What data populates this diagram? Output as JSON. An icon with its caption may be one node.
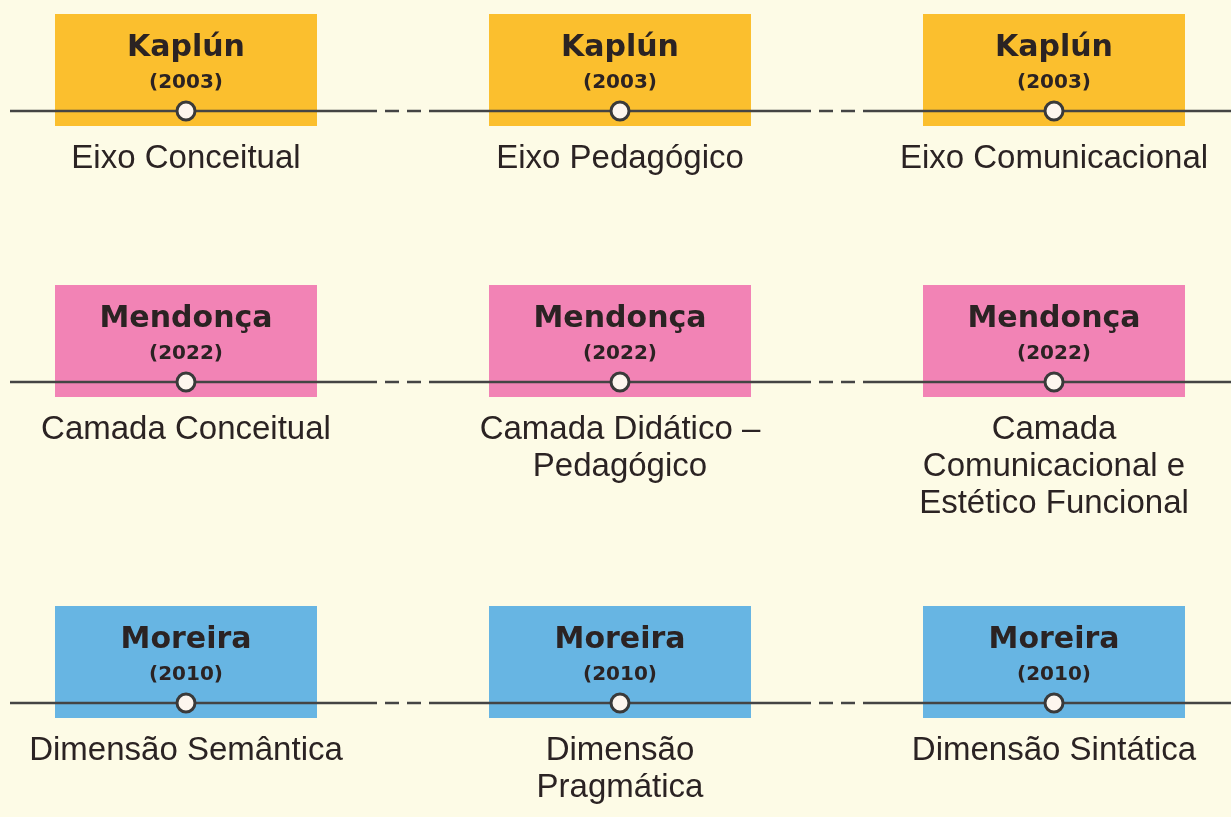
{
  "diagram": {
    "nodes": [
      {
        "text": [
          "Kaplún",
          "(2003)"
        ],
        "beside": [
          "Eixo Conceitual"
        ]
      },
      {
        "text": [
          "Kaplún",
          "(2003)"
        ],
        "beside": [
          "Eixo Pedagógico"
        ]
      },
      {
        "text": [
          "Kaplún",
          "(2003)"
        ],
        "beside": [
          "Eixo Comunicacional"
        ]
      },
      {
        "text": [
          "Mendonça",
          "(2022)"
        ],
        "beside": [
          "Camada Conceitual"
        ]
      },
      {
        "text": [
          "Mendonça",
          "(2022)"
        ],
        "beside": [
          "Camada Didático – Pedagógico"
        ]
      },
      {
        "text": [
          "Mendonça",
          "(2022)"
        ],
        "beside": [
          "Camada Comunicacional e Estético Funcional"
        ]
      },
      {
        "text": [
          "Moreira",
          "(2010)"
        ],
        "beside": [
          "Dimensão Semântica"
        ]
      },
      {
        "text": [
          "Moreira",
          "(2010)"
        ],
        "beside": [
          "Dimensão Pragmática"
        ]
      },
      {
        "text": [
          "Moreira",
          "(2010)"
        ],
        "beside": [
          "Dimensão Sintática"
        ]
      }
    ],
    "edges": [
      {
        "from": null,
        "to": 0,
        "arrow": "none"
      },
      {
        "from": 0,
        "to": 1,
        "arrow": "none",
        "style": "dashed"
      },
      {
        "from": 1,
        "to": 2,
        "arrow": "none",
        "style": "dashed"
      },
      {
        "from": 2,
        "to": null,
        "arrow": "none"
      },
      {
        "from": null,
        "to": 3,
        "arrow": "none"
      },
      {
        "from": 3,
        "to": 4,
        "arrow": "none",
        "style": "dashed"
      },
      {
        "from": 4,
        "to": 5,
        "arrow": "none",
        "style": "dashed"
      },
      {
        "from": 5,
        "to": null,
        "arrow": "none"
      },
      {
        "from": null,
        "to": 6,
        "arrow": "none"
      },
      {
        "from": 6,
        "to": 7,
        "arrow": "none",
        "style": "dashed"
      },
      {
        "from": 7,
        "to": 8,
        "arrow": "none",
        "style": "dashed"
      },
      {
        "from": 8,
        "to": null,
        "arrow": "none"
      }
    ]
  }
}
